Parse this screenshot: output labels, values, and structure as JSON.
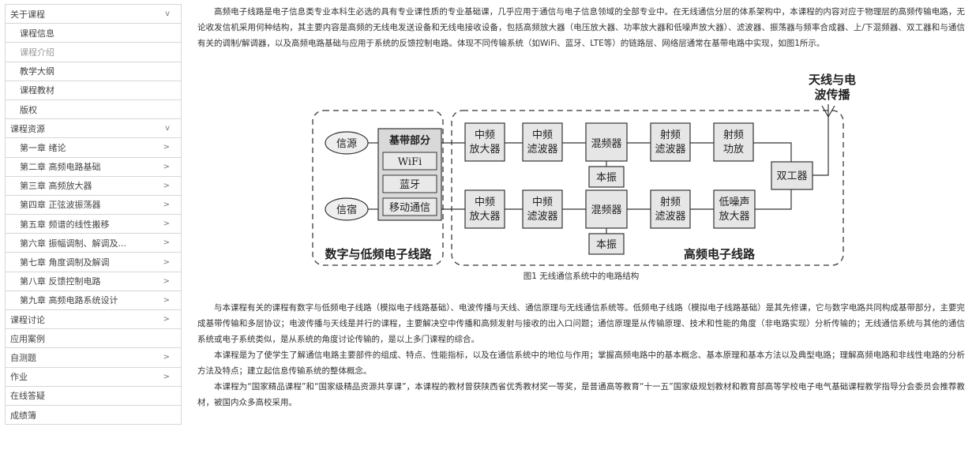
{
  "sidebar": {
    "items": [
      {
        "label": "关于课程",
        "level": "top",
        "chevron": "v",
        "active": false,
        "name": "sidebar-item-about"
      },
      {
        "label": "课程信息",
        "level": "sub",
        "chevron": "",
        "active": false,
        "name": "sidebar-item-course-info"
      },
      {
        "label": "课程介绍",
        "level": "sub",
        "chevron": "",
        "active": true,
        "name": "sidebar-item-course-intro"
      },
      {
        "label": "教学大纲",
        "level": "sub",
        "chevron": "",
        "active": false,
        "name": "sidebar-item-syllabus"
      },
      {
        "label": "课程教材",
        "level": "sub",
        "chevron": "",
        "active": false,
        "name": "sidebar-item-textbook"
      },
      {
        "label": "版权",
        "level": "sub",
        "chevron": "",
        "active": false,
        "name": "sidebar-item-copyright"
      },
      {
        "label": "课程资源",
        "level": "top",
        "chevron": "v",
        "active": false,
        "name": "sidebar-item-resources"
      },
      {
        "label": "第一章 绪论",
        "level": "sub",
        "chevron": ">",
        "active": false,
        "name": "sidebar-item-chapter-1"
      },
      {
        "label": "第二章 高频电路基础",
        "level": "sub",
        "chevron": ">",
        "active": false,
        "name": "sidebar-item-chapter-2"
      },
      {
        "label": "第三章 高频放大器",
        "level": "sub",
        "chevron": ">",
        "active": false,
        "name": "sidebar-item-chapter-3"
      },
      {
        "label": "第四章 正弦波振荡器",
        "level": "sub",
        "chevron": ">",
        "active": false,
        "name": "sidebar-item-chapter-4"
      },
      {
        "label": "第五章 频谱的线性搬移",
        "level": "sub",
        "chevron": ">",
        "active": false,
        "name": "sidebar-item-chapter-5"
      },
      {
        "label": "第六章 振幅调制、解调及...",
        "level": "sub",
        "chevron": ">",
        "active": false,
        "name": "sidebar-item-chapter-6"
      },
      {
        "label": "第七章 角度调制及解调",
        "level": "sub",
        "chevron": ">",
        "active": false,
        "name": "sidebar-item-chapter-7"
      },
      {
        "label": "第八章 反馈控制电路",
        "level": "sub",
        "chevron": ">",
        "active": false,
        "name": "sidebar-item-chapter-8"
      },
      {
        "label": "第九章 高频电路系统设计",
        "level": "sub",
        "chevron": ">",
        "active": false,
        "name": "sidebar-item-chapter-9"
      },
      {
        "label": "课程讨论",
        "level": "top",
        "chevron": ">",
        "active": false,
        "name": "sidebar-item-discussion"
      },
      {
        "label": "应用案例",
        "level": "top",
        "chevron": "",
        "active": false,
        "name": "sidebar-item-cases"
      },
      {
        "label": "自测题",
        "level": "top",
        "chevron": ">",
        "active": false,
        "name": "sidebar-item-self-test"
      },
      {
        "label": "作业",
        "level": "top",
        "chevron": ">",
        "active": false,
        "name": "sidebar-item-homework"
      },
      {
        "label": "在线答疑",
        "level": "top",
        "chevron": "",
        "active": false,
        "name": "sidebar-item-qa"
      },
      {
        "label": "成绩簿",
        "level": "top",
        "chevron": "",
        "active": false,
        "name": "sidebar-item-gradebook"
      }
    ]
  },
  "content": {
    "intro": "高频电子线路是电子信息类专业本科生必选的具有专业课性质的专业基础课，几乎应用于通信与电子信息领域的全部专业中。在无线通信分层的体系架构中，本课程的内容对应于物理层的高频传输电路，无论收发信机采用何种结构，其主要内容是高频的无线电发送设备和无线电接收设备，包括高频放大器（电压放大器、功率放大器和低噪声放大器）、滤波器、振荡器与频率合成器、上/下混频器、双工器和与通信有关的调制/解调器，以及高频电路基础与应用于系统的反馈控制电路。体现不同传输系统（如WiFi、蓝牙、LTE等）的链路层、网络层通常在基带电路中实现，如图1所示。",
    "caption": "图1 无线通信系统中的电路结构",
    "para1": "与本课程有关的课程有数字与低频电子线路（模拟电子线路基础）、电波传播与天线、通信原理与无线通信系统等。低频电子线路（模拟电子线路基础）是其先修课，它与数字电路共同构成基带部分，主要完成基带传输和多层协议；电波传播与天线是并行的课程，主要解决空中传播和高频发射与接收的出入口问题；通信原理是从传输原理、技术和性能的角度（非电路实现）分析传输的；无线通信系统与其他的通信系统或电子系统类似，是从系统的角度讨论传输的，是以上多门课程的综合。",
    "para2": "本课程是为了使学生了解通信电路主要部件的组成、特点、性能指标，以及在通信系统中的地位与作用；掌握高频电路中的基本概念、基本原理和基本方法以及典型电路；理解高频电路和非线性电路的分析方法及特点；建立起信息传输系统的整体概念。",
    "para3": "本课程为“国家精品课程”和“国家级精品资源共享课”，本课程的教材曾获陕西省优秀教材奖一等奖，是普通高等教育“十一五”国家级规划教材和教育部高等学校电子电气基础课程教学指导分会委员会推荐教材，被国内众多高校采用。"
  },
  "diagram": {
    "source": "信源",
    "sink": "信宿",
    "baseband_title": "基带部分",
    "wifi": "WiFi",
    "bluetooth": "蓝牙",
    "mobile": "移动通信",
    "if_amp": [
      "中频",
      "放大器"
    ],
    "if_filter": [
      "中频",
      "滤波器"
    ],
    "mixer": "混频器",
    "lo": "本振",
    "rf_filter": [
      "射频",
      "滤波器"
    ],
    "rf_pa": [
      "射频",
      "功放"
    ],
    "lna": [
      "低噪声",
      "放大器"
    ],
    "duplexer": "双工器",
    "antenna_label": [
      "天线与电",
      "波传播"
    ],
    "low_freq_label": "数字与低频电子线路",
    "high_freq_label": "高频电子线路"
  }
}
